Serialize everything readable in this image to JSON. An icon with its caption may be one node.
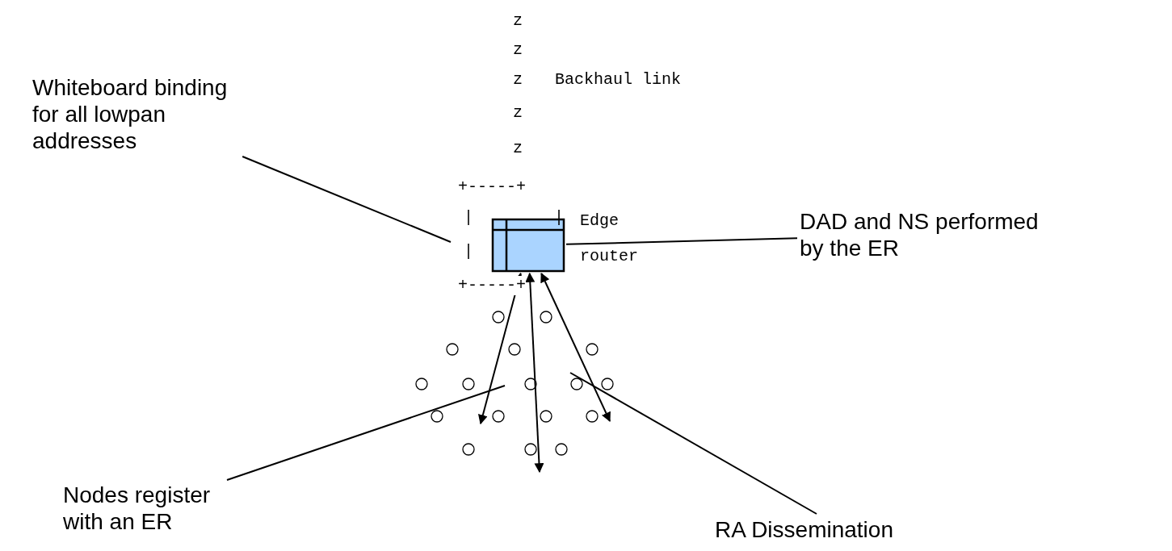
{
  "diagram": {
    "nodes": [
      {
        "text": [],
        "shape": "picture"
      },
      {
        "text": [
          "Whiteboard binding for all lowpan addresses"
        ]
      },
      {
        "text": [
          "DAD and NS performed by the ER"
        ]
      },
      {
        "text": [
          "Nodes register with an ER"
        ]
      },
      {
        "text": [
          "RA Dissemination"
        ]
      }
    ],
    "edges": [
      {
        "from": 1,
        "to": null,
        "arrow": "none"
      },
      {
        "from": 2,
        "to": 0,
        "arrow": "none"
      },
      {
        "from": 0,
        "to": null,
        "arrow": "both"
      },
      {
        "from": 0,
        "to": null,
        "arrow": "both"
      },
      {
        "from": 0,
        "to": null,
        "arrow": "both"
      },
      {
        "from": 3,
        "to": null,
        "arrow": "none"
      },
      {
        "from": 4,
        "to": null,
        "arrow": "none"
      }
    ],
    "labels": [
      "z",
      "z",
      "z",
      "Backhaul link",
      "z",
      "z",
      "+-----+",
      "|",
      "|",
      "Edge router",
      "|",
      "+-----+"
    ]
  }
}
